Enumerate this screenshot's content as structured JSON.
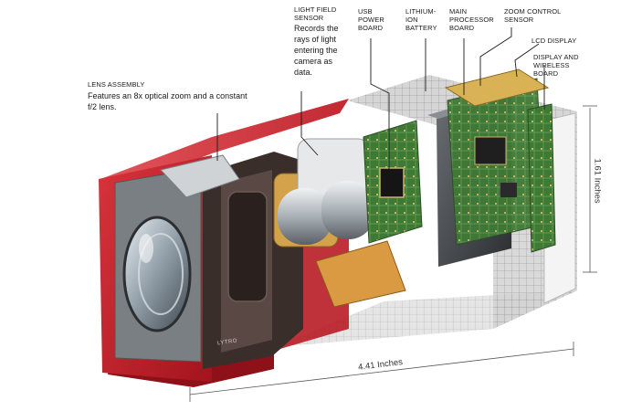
{
  "labels": {
    "lens_assembly": {
      "title": "LENS ASSEMBLY",
      "description": "Features an 8x optical zoom and a constant f/2 lens."
    },
    "light_field_sensor": {
      "title": "LIGHT FIELD\nSENSOR",
      "description": "Records the rays of light entering the camera as data."
    },
    "usb_power_board": "USB\nPOWER\nBOARD",
    "lithium_ion_battery": "LITHIUM-\nION\nBATTERY",
    "main_processor_board": "MAIN\nPROCESSOR\nBOARD",
    "zoom_control_sensor": "ZOOM CONTROL\nSENSOR",
    "lcd_display": "LCD DISPLAY",
    "display_wireless_board": "DISPLAY AND\nWIRELESS\nBOARD"
  },
  "dimensions": {
    "length": "4.41 Inches",
    "height": "1.61 Inches"
  },
  "lens_engraving": "LYTRO",
  "colors": {
    "body_red": "#c8202a",
    "body_dark_red": "#8e1119",
    "circuit_green": "#3f7a35",
    "gold": "#d4a24a",
    "grid_grey": "#9a9a9a"
  }
}
